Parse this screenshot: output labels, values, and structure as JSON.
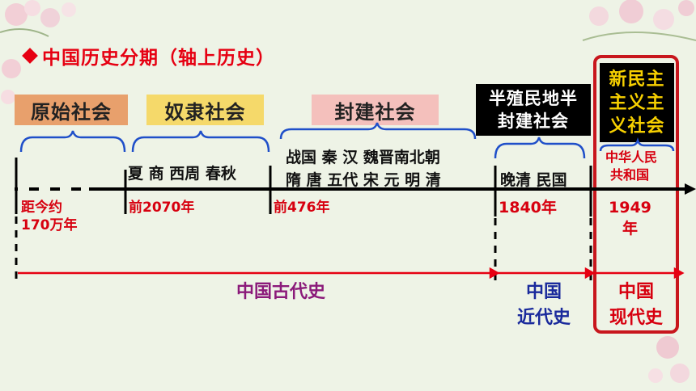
{
  "title": "中国历史分期（轴上历史）",
  "eras": {
    "primitive": "原始社会",
    "slave": "奴隶社会",
    "feudal": "封建社会",
    "semi_line1": "半殖民地半",
    "semi_line2": "封建社会",
    "new_line1": "新民主",
    "new_line2": "主义主",
    "new_line3": "义社会"
  },
  "dynasties": {
    "slave": "夏 商 西周 春秋",
    "feudal_line1": "战国 秦 汉 魏晋南北朝",
    "feudal_line2": "隋 唐 五代 宋 元 明 清",
    "modern": "晚清 民国",
    "prc_line1": "中华人民",
    "prc_line2": "共和国"
  },
  "years": {
    "start_line1": "距今约",
    "start_line2": "170万年",
    "y2070": "前2070年",
    "y476": "前476年",
    "y1840": "1840年",
    "y1949_line1": "1949",
    "y1949_line2": "年"
  },
  "periods": {
    "ancient": "中国古代史",
    "modern_line1": "中国",
    "modern_line2": "近代史",
    "contemporary_line1": "中国",
    "contemporary_line2": "现代史"
  },
  "colors": {
    "accent_red": "#e60012",
    "ancient": "#8b1a7a",
    "modern": "#1a2a9c",
    "contemporary": "#d7000f"
  }
}
